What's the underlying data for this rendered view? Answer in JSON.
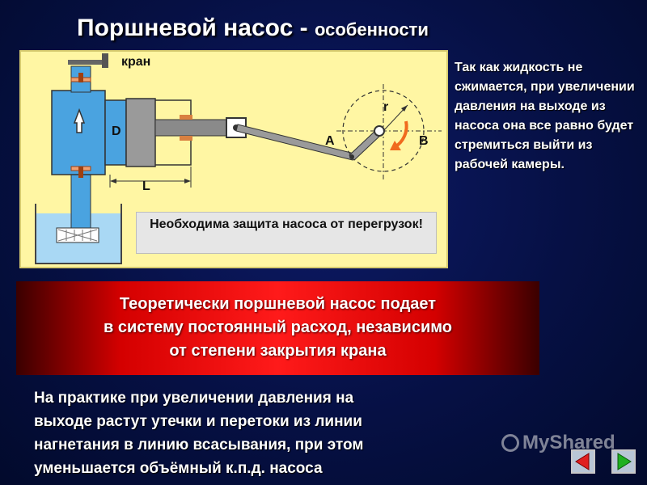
{
  "title": {
    "main": "Поршневой насос",
    "dash": " - ",
    "sub": "особенности"
  },
  "diagram": {
    "label_kran": "кран",
    "label_D": "D",
    "label_L": "L",
    "label_r": "r",
    "label_A": "A",
    "label_B": "B",
    "warning": "Необходима защита насоса от перегрузок!"
  },
  "side_note": "Так как жидкость не сжимается, при увеличении давления на выходе из насоса она все равно будет стремиться выйти из рабочей камеры.",
  "highlight": {
    "line1": "Теоретически поршневой насос подает",
    "line2": "в систему постоянный расход, независимо",
    "line3": "от степени закрытия крана"
  },
  "bottom": {
    "line1": "На практике  при увеличении давления на",
    "line2": "выходе растут утечки и перетоки из линии",
    "line3": "нагнетания в линию всасывания,  при этом",
    "line4": "уменьшается объёмный к.п.д. насоса"
  },
  "watermark": "MyShared",
  "colors": {
    "background": "#061044",
    "panel": "#fff6a3",
    "body_blue": "#4aa3e0",
    "arrow_orange": "#f06a1e",
    "highlight_red": "#ff1a1a"
  }
}
